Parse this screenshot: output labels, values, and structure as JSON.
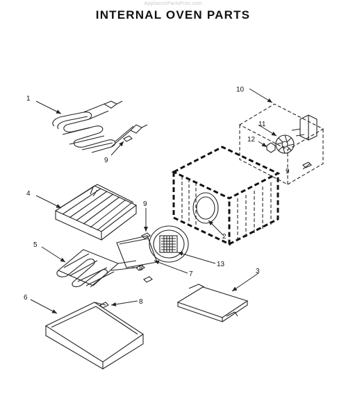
{
  "watermark": "AppliancePartsPros.com",
  "title": "INTERNAL  OVEN PARTS",
  "callouts": {
    "c1": "1",
    "c2": "2",
    "c3": "3",
    "c4": "4",
    "c5": "5",
    "c6": "6",
    "c7": "7",
    "c8a": "8",
    "c8b": "8",
    "c9a": "9",
    "c9b": "9",
    "c9c": "9",
    "c10": "10",
    "c11": "11",
    "c12": "12",
    "c13": "13"
  }
}
